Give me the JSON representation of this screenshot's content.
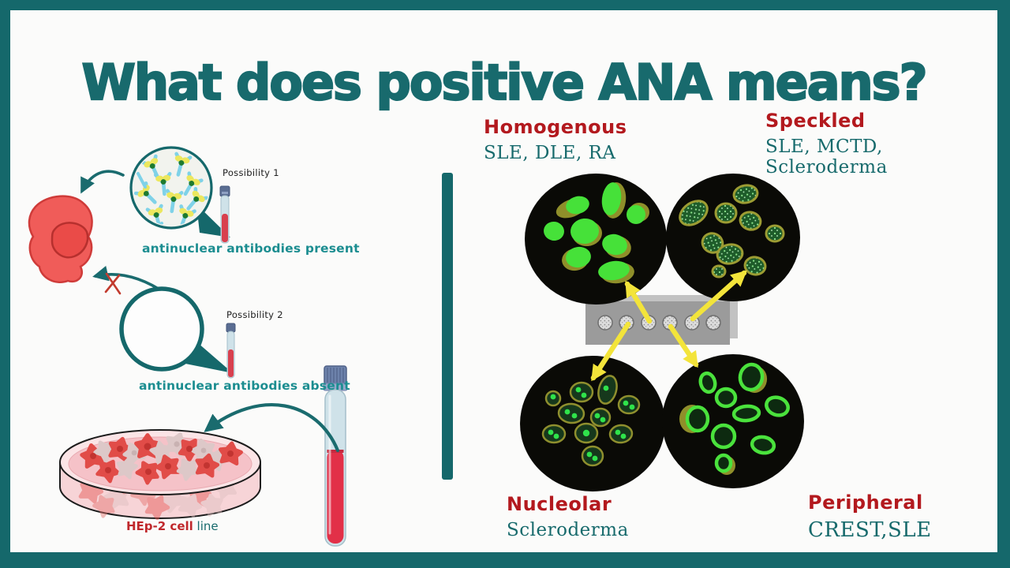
{
  "title": "What does positive ANA means?",
  "left_panel": {
    "possibility_1": "Possibility 1",
    "possibility_2": "Possibility 2",
    "antibodies_present": "antinuclear antibodies present",
    "antibodies_absent": "antinuclear antibodies absent",
    "dish_label_primary": "HEp-2 cell",
    "dish_label_secondary": " line"
  },
  "patterns": [
    {
      "name": "Homogenous",
      "diseases": "SLE, DLE, RA"
    },
    {
      "name": "Speckled",
      "diseases": "SLE, MCTD, Scleroderma"
    },
    {
      "name": "Nucleolar",
      "diseases": "Scleroderma"
    },
    {
      "name": "Peripheral",
      "diseases": "CREST,SLE"
    }
  ],
  "colors": {
    "frame_teal": "#15686b",
    "title_teal": "#186a6d",
    "pattern_name_red": "#b3191e",
    "disease_teal": "#176a6c",
    "note_teal": "#1b8d90",
    "hep2_red": "#c0282c",
    "arrow_yellow": "#f3e43a",
    "fluorescence_green": "#46e139",
    "microscopy_black": "#0a0a06"
  }
}
